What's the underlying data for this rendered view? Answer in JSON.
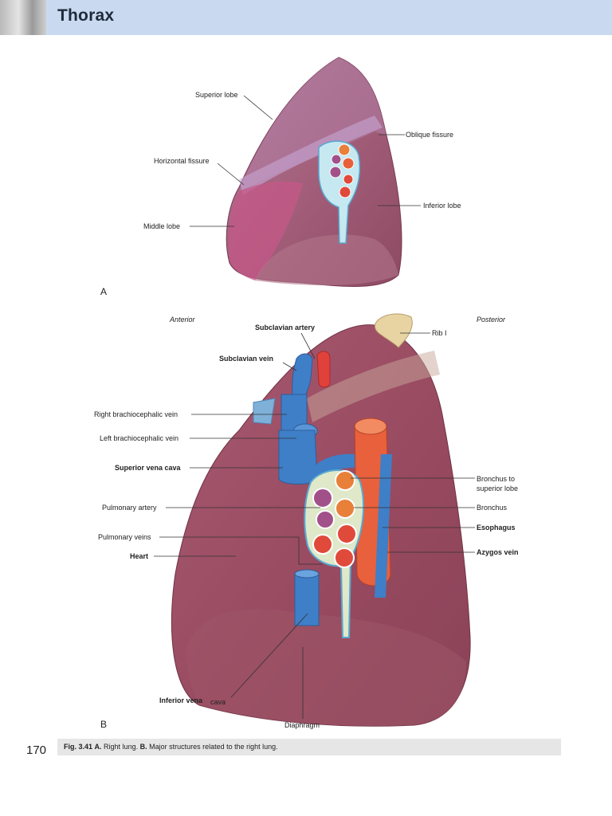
{
  "header": {
    "title": "Thorax"
  },
  "figure_a": {
    "panel_label": "A",
    "labels": {
      "superior_lobe": "Superior lobe",
      "oblique_fissure": "Oblique fissure",
      "horizontal_fissure": "Horizontal fissure",
      "inferior_lobe": "Inferior lobe",
      "middle_lobe": "Middle lobe"
    }
  },
  "figure_b": {
    "panel_label": "B",
    "orientation": {
      "anterior": "Anterior",
      "posterior": "Posterior"
    },
    "labels": {
      "subclavian_artery": "Subclavian artery",
      "rib_1": "Rib I",
      "subclavian_vein": "Subclavian vein",
      "right_brachiocephalic_vein": "Right brachiocephalic vein",
      "left_brachiocephalic_vein": "Left brachiocephalic vein",
      "superior_vena_cava": "Superior vena cava",
      "bronchus_to_superior_lobe_1": "Bronchus to",
      "bronchus_to_superior_lobe_2": "superior lobe",
      "pulmonary_artery": "Pulmonary artery",
      "bronchus": "Bronchus",
      "esophagus": "Esophagus",
      "pulmonary_veins": "Pulmonary veins",
      "heart": "Heart",
      "azygos_vein": "Azygos vein",
      "inferior_vena_cava_1": "Inferior vena",
      "inferior_vena_cava_2": "cava",
      "diaphragm": "Diaphragm"
    }
  },
  "footer": {
    "page_number": "170",
    "caption_prefix": "Fig. 3.41",
    "caption_a": "A.",
    "caption_a_text": "Right lung.",
    "caption_b": "B.",
    "caption_b_text": "Major structures related to the right lung."
  },
  "colors": {
    "header_bar": "#c9daf0",
    "lung_base": "#9a4f68",
    "vein_blue": "#3e7fc8",
    "artery_red": "#e0413a",
    "esophagus": "#e8603c",
    "caption_bar": "#e6e6e6"
  }
}
